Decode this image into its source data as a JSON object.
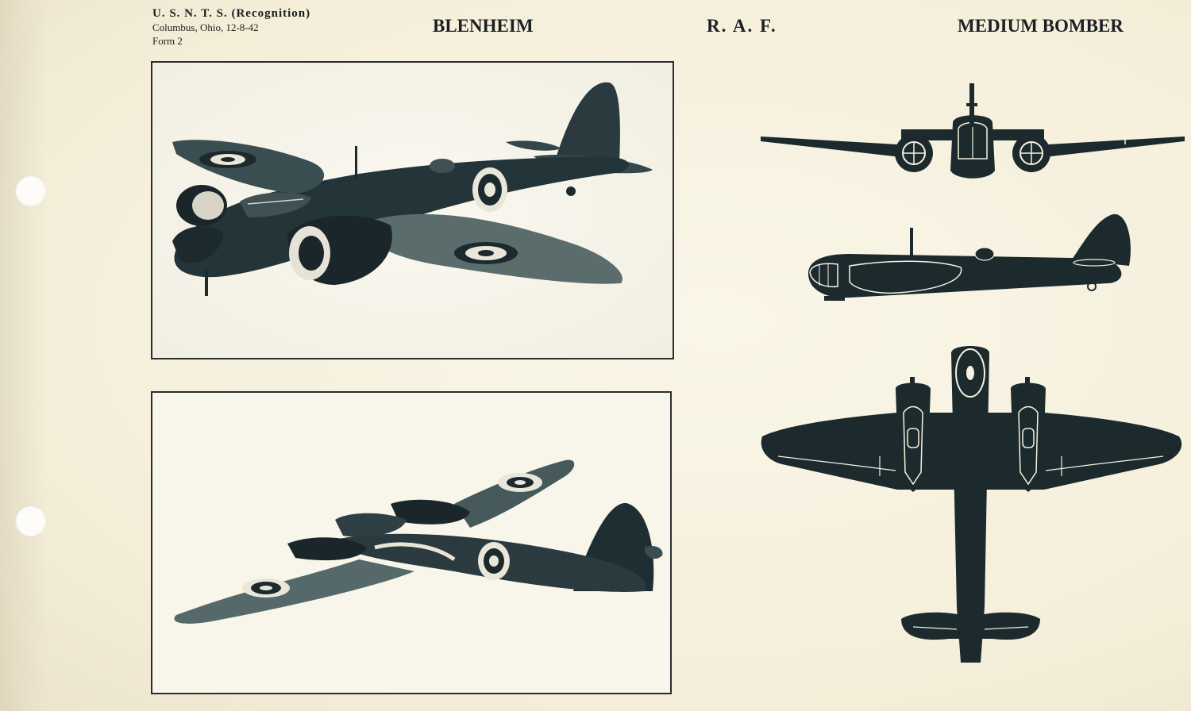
{
  "header": {
    "organization": "U. S. N. T. S. (Recognition)",
    "location_date": "Columbus, Ohio, 12-8-42",
    "form": "Form 2"
  },
  "aircraft_name": "BLENHEIM",
  "service": "R. A. F.",
  "classification": "MEDIUM BOMBER",
  "colors": {
    "paper": "#f6f1e0",
    "ink": "#1c2a2e",
    "roundel_light": "#e9e6da"
  },
  "images": {
    "photo_top": "blenheim-in-flight-photo-three-quarter-front",
    "photo_bottom": "blenheim-in-flight-photo-banking",
    "front_view": "blenheim-front-view-silhouette",
    "side_view": "blenheim-side-view-silhouette",
    "plan_view": "blenheim-plan-view-silhouette"
  }
}
